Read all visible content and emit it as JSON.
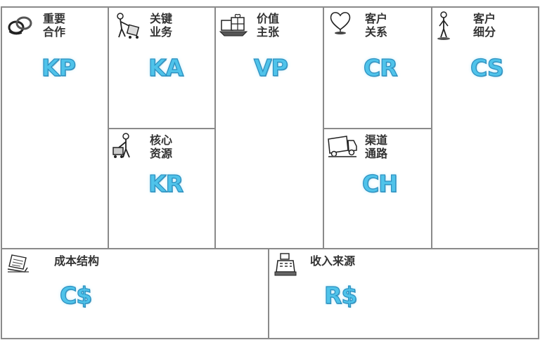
{
  "blocks": {
    "kp": {
      "title_line1": "重要",
      "title_line2": "合作",
      "code": "KP"
    },
    "ka": {
      "title_line1": "关键",
      "title_line2": "业务",
      "code": "KA"
    },
    "kr": {
      "title_line1": "核心",
      "title_line2": "资源",
      "code": "KR"
    },
    "vp": {
      "title_line1": "价值",
      "title_line2": "主张",
      "code": "VP"
    },
    "cr": {
      "title_line1": "客户",
      "title_line2": "关系",
      "code": "CR"
    },
    "ch": {
      "title_line1": "渠道",
      "title_line2": "通路",
      "code": "CH"
    },
    "cs": {
      "title_line1": "客户",
      "title_line2": "细分",
      "code": "CS"
    },
    "cost": {
      "title": "成本结构",
      "code": "C$"
    },
    "revenue": {
      "title": "收入来源",
      "code": "R$"
    }
  },
  "icons": {
    "kp": "linked-rings-icon",
    "ka": "person-pushing-cart-icon",
    "kr": "person-with-cart-icon",
    "vp": "gift-boxes-icon",
    "cr": "heart-icon",
    "ch": "delivery-truck-icon",
    "cs": "standing-person-icon",
    "cost": "receipt-icon",
    "revenue": "cash-register-icon"
  },
  "colors": {
    "border": "#8a8a8a",
    "title_text": "#333333",
    "code_fill": "#4fc3ea",
    "code_outline": "#2a8fc0"
  }
}
